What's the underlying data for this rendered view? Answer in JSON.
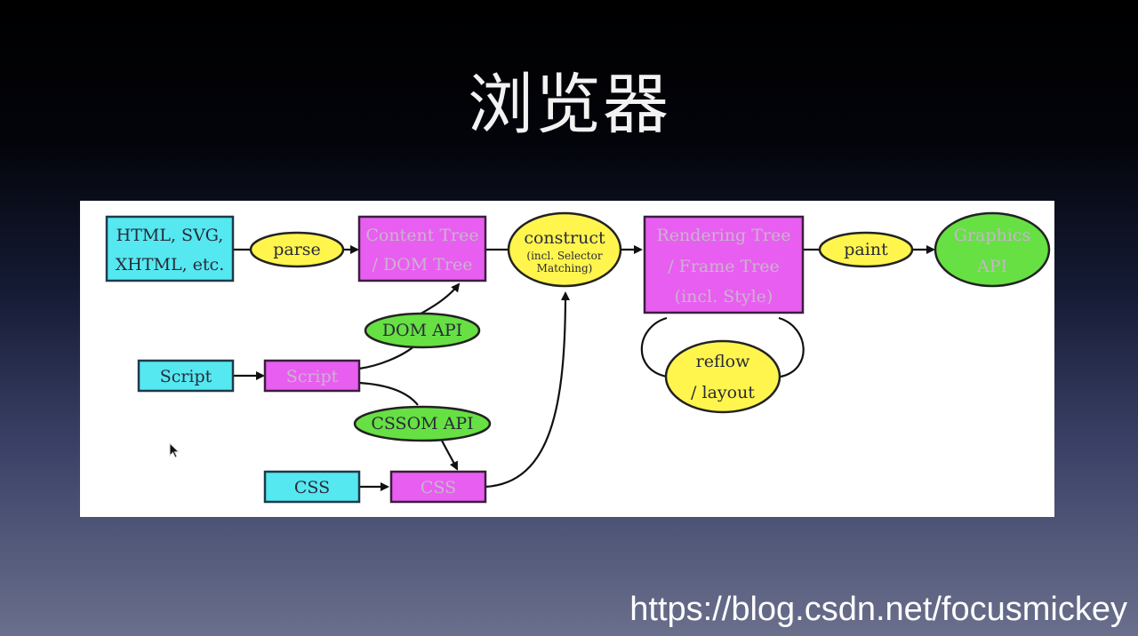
{
  "slide": {
    "title": "浏览器",
    "url": "https://blog.csdn.net/focusmickey"
  },
  "colors": {
    "input_box": "#55e8f0",
    "process_box": "#e85ef0",
    "operation_oval": "#fff54d",
    "api_oval": "#66e043",
    "edge": "#111111"
  },
  "diagram": {
    "nodes": {
      "html_source": {
        "lines": [
          "HTML, SVG,",
          "XHTML, etc."
        ]
      },
      "parse": {
        "lines": [
          "parse"
        ]
      },
      "content_tree": {
        "lines": [
          "Content Tree",
          "/ DOM Tree"
        ]
      },
      "construct": {
        "lines": [
          "construct",
          "(incl. Selector",
          "Matching)"
        ]
      },
      "rendering_tree": {
        "lines": [
          "Rendering Tree",
          "/ Frame Tree",
          "(incl. Style)"
        ]
      },
      "paint": {
        "lines": [
          "paint"
        ]
      },
      "graphics_api": {
        "lines": [
          "Graphics",
          "API"
        ]
      },
      "dom_api": {
        "lines": [
          "DOM API"
        ]
      },
      "script_source": {
        "lines": [
          "Script"
        ]
      },
      "script_engine": {
        "lines": [
          "Script"
        ]
      },
      "cssom_api": {
        "lines": [
          "CSSOM API"
        ]
      },
      "css_source": {
        "lines": [
          "CSS"
        ]
      },
      "css_engine": {
        "lines": [
          "CSS"
        ]
      },
      "reflow_layout": {
        "lines": [
          "reflow",
          "/ layout"
        ]
      }
    }
  }
}
